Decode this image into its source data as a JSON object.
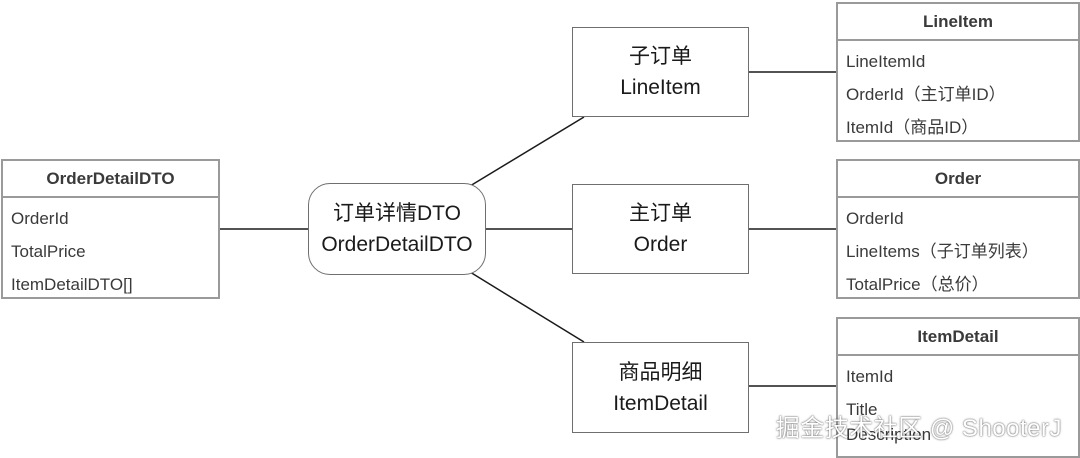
{
  "nodes": {
    "center": [
      "订单详情DTO",
      "OrderDetailDTO"
    ],
    "line_item": [
      "子订单",
      "LineItem"
    ],
    "order": [
      "主订单",
      "Order"
    ],
    "item_detail": [
      "商品明细",
      "ItemDetail"
    ]
  },
  "cards": {
    "order_detail_dto": {
      "title": "OrderDetailDTO",
      "rows": [
        "OrderId",
        "TotalPrice",
        "ItemDetailDTO[]"
      ]
    },
    "line_item": {
      "title": "LineItem",
      "rows": [
        "LineItemId",
        "OrderId（主订单ID）",
        "ItemId（商品ID）"
      ]
    },
    "order": {
      "title": "Order",
      "rows": [
        "OrderId",
        "LineItems（子订单列表）",
        "TotalPrice（总价）"
      ]
    },
    "item_detail": {
      "title": "ItemDetail",
      "rows": [
        "ItemId",
        "Title",
        "Description"
      ]
    }
  },
  "watermark": "掘金技术社区 @ ShooterJ",
  "colors": {
    "box_border": "#6f6f6f",
    "card_border": "#9a9a9a",
    "line": "#1a1a1a"
  }
}
